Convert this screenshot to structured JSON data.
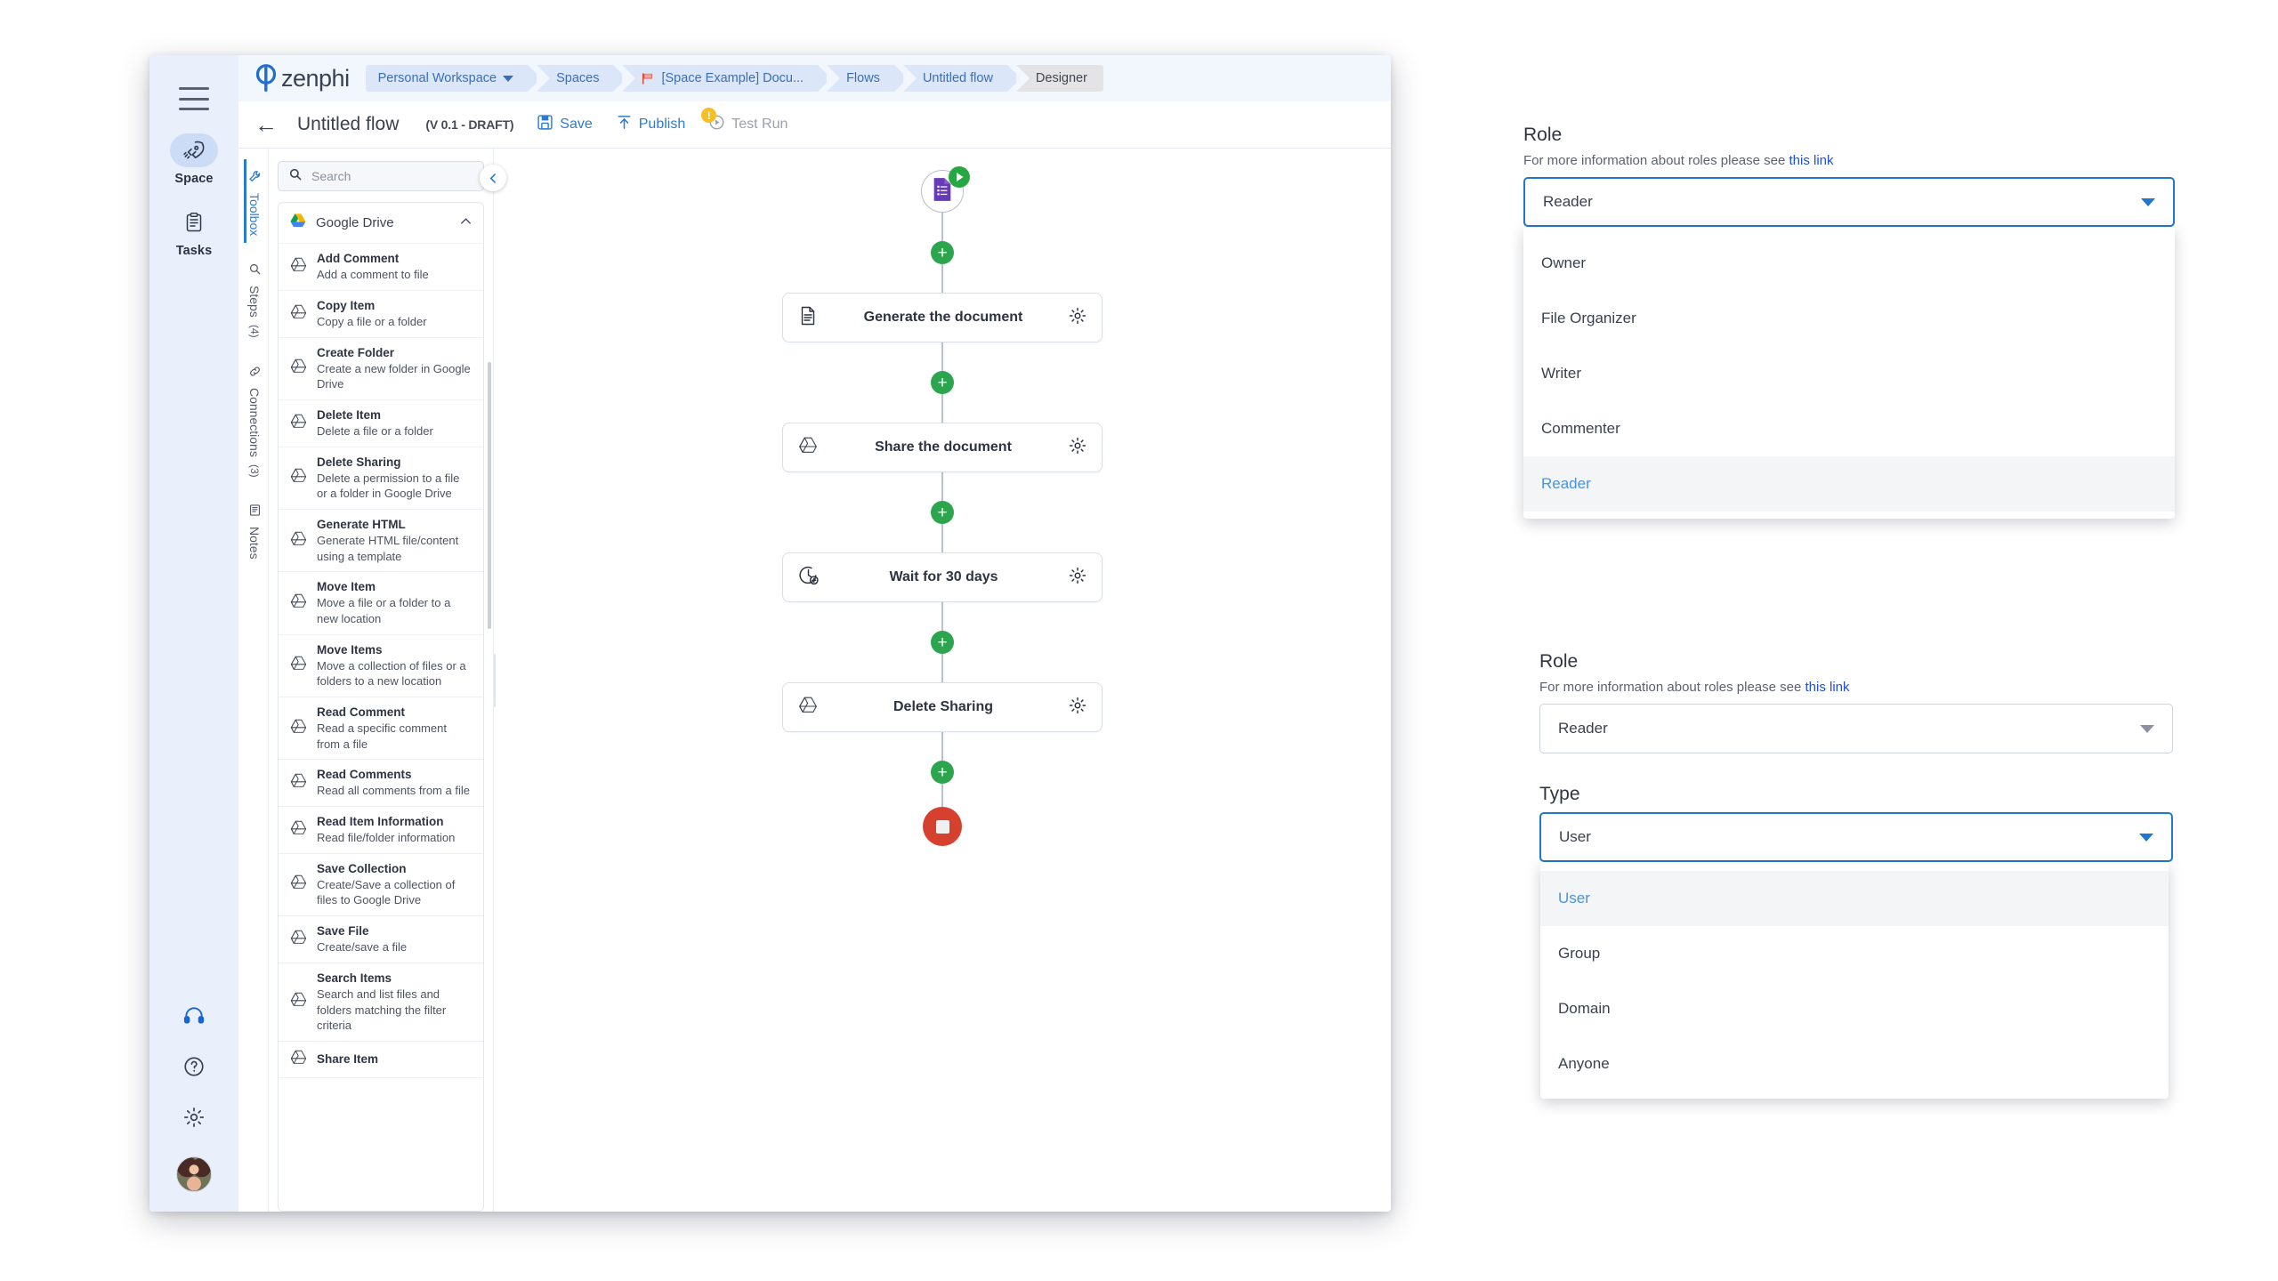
{
  "app": {
    "brand": "zenphi",
    "rail": {
      "menu_icon": "hamburger-icon",
      "items": [
        {
          "label": "Space",
          "icon": "rocket-icon",
          "active": true
        },
        {
          "label": "Tasks",
          "icon": "clipboard-icon",
          "active": false
        }
      ],
      "bottom_icons": [
        "headset-icon",
        "help-circle-icon",
        "gear-icon",
        "avatar"
      ]
    },
    "breadcrumbs": [
      {
        "label": "Personal Workspace",
        "has_caret": true
      },
      {
        "label": "Spaces"
      },
      {
        "label": "[Space Example] Docu...",
        "has_flag": true
      },
      {
        "label": "Flows"
      },
      {
        "label": "Untitled flow"
      },
      {
        "label": "Designer",
        "current": true
      }
    ],
    "toolbar": {
      "back_icon": "back-arrow-icon",
      "flow_title": "Untitled flow",
      "version": "(V 0.1 - DRAFT)",
      "save_label": "Save",
      "publish_label": "Publish",
      "test_run_label": "Test Run",
      "test_run_badge": "!"
    },
    "vertical_tabs": [
      {
        "label": "Toolbox",
        "count": "",
        "icon": "wrench-icon",
        "active": true
      },
      {
        "label": "Steps",
        "count": "(4)",
        "icon": "search-icon",
        "active": false
      },
      {
        "label": "Connections",
        "count": "(3)",
        "icon": "link-icon",
        "active": false
      },
      {
        "label": "Notes",
        "count": "",
        "icon": "notes-icon",
        "active": false
      }
    ],
    "search": {
      "placeholder": "Search",
      "value": "",
      "icon": "search-icon"
    },
    "collapse_button": {
      "icon": "chevron-left-icon"
    },
    "toolbox": {
      "group_title": "Google Drive",
      "group_icon": "google-drive-icon",
      "collapse_icon": "chevron-up-icon",
      "items": [
        {
          "name": "Add Comment",
          "desc": "Add a comment to file"
        },
        {
          "name": "Copy Item",
          "desc": "Copy a file or a folder"
        },
        {
          "name": "Create Folder",
          "desc": "Create a new folder in Google Drive"
        },
        {
          "name": "Delete Item",
          "desc": "Delete a file or a folder"
        },
        {
          "name": "Delete Sharing",
          "desc": "Delete a permission to a file or a folder in Google Drive"
        },
        {
          "name": "Generate HTML",
          "desc": "Generate HTML file/content using a template"
        },
        {
          "name": "Move Item",
          "desc": "Move a file or a folder to a new location"
        },
        {
          "name": "Move Items",
          "desc": "Move a collection of files or a folders to a new location"
        },
        {
          "name": "Read Comment",
          "desc": "Read a specific comment from a file"
        },
        {
          "name": "Read Comments",
          "desc": "Read all comments from a file"
        },
        {
          "name": "Read Item Information",
          "desc": "Read file/folder information"
        },
        {
          "name": "Save Collection",
          "desc": "Create/Save a collection of files to Google Drive"
        },
        {
          "name": "Save File",
          "desc": "Create/save a file"
        },
        {
          "name": "Search Items",
          "desc": "Search and list files and folders matching the filter criteria"
        },
        {
          "name": "Share Item",
          "desc": ""
        }
      ]
    },
    "flow": {
      "start_node": {
        "icon": "google-form-icon",
        "badge": "play-icon"
      },
      "steps": [
        {
          "label": "Generate the document",
          "icon": "document-icon"
        },
        {
          "label": "Share the document",
          "icon": "google-drive-icon"
        },
        {
          "label": "Wait for 30 days",
          "icon": "clock-delay-icon"
        },
        {
          "label": "Delete Sharing",
          "icon": "google-drive-icon"
        }
      ],
      "add_button_icon": "plus-icon",
      "stop_node": {
        "icon": "stop-square-icon"
      }
    }
  },
  "panel_role_open": {
    "field_label": "Role",
    "help_prefix": "For more information about roles please see ",
    "help_link": "this link",
    "selected": "Reader",
    "options": [
      "Owner",
      "File Organizer",
      "Writer",
      "Commenter",
      "Reader"
    ],
    "highlighted": "Reader",
    "caret_icon": "chevron-down-icon"
  },
  "panel_type_open": {
    "role_label": "Role",
    "help_prefix": "For more information about roles please see ",
    "help_link": "this link",
    "role_selected": "Reader",
    "type_label": "Type",
    "type_selected": "User",
    "type_options": [
      "User",
      "Group",
      "Domain",
      "Anyone"
    ],
    "highlighted": "User",
    "caret_icon": "chevron-down-icon"
  },
  "colors": {
    "accent_blue": "#2a7bd4",
    "link_blue": "#1f4fe0",
    "focus_blue": "#1f77d0",
    "green": "#2da44e",
    "red": "#d6412f",
    "amber": "#f6bf26",
    "rail_bg": "#eaf0fb",
    "crumb_bg": "#dbe6f8"
  }
}
